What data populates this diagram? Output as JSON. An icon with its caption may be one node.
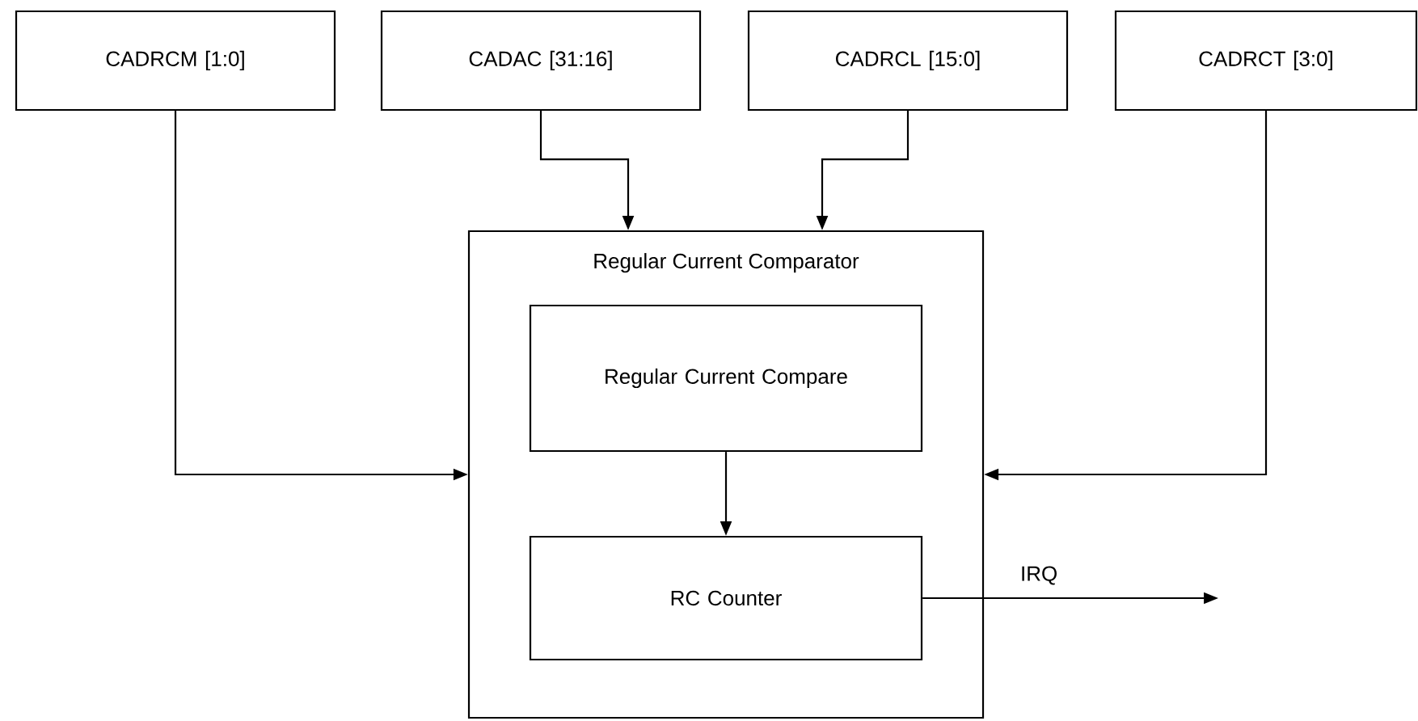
{
  "diagram": {
    "nodes": [
      {
        "text": [
          "CADRCM [1:0]"
        ]
      },
      {
        "text": [
          "CADAC [31:16]"
        ]
      },
      {
        "text": [
          "CADRCL [15:0]"
        ]
      },
      {
        "text": [
          "CADRCT [3:0]"
        ]
      },
      {
        "text": [
          "Regular Current Comparator"
        ]
      },
      {
        "text": [
          "Regular Current Compare"
        ],
        "in": 4
      },
      {
        "text": [
          "RC Counter"
        ],
        "in": 4
      }
    ],
    "edges": [
      {
        "from": 0,
        "to": 4,
        "arrow": "to"
      },
      {
        "from": 1,
        "to": 4,
        "arrow": "to"
      },
      {
        "from": 2,
        "to": 4,
        "arrow": "to"
      },
      {
        "from": 3,
        "to": 4,
        "arrow": "to"
      },
      {
        "from": 5,
        "to": 6,
        "arrow": "to"
      },
      {
        "from": 6,
        "to": null,
        "arrow": "to",
        "label": "IRQ"
      }
    ]
  }
}
